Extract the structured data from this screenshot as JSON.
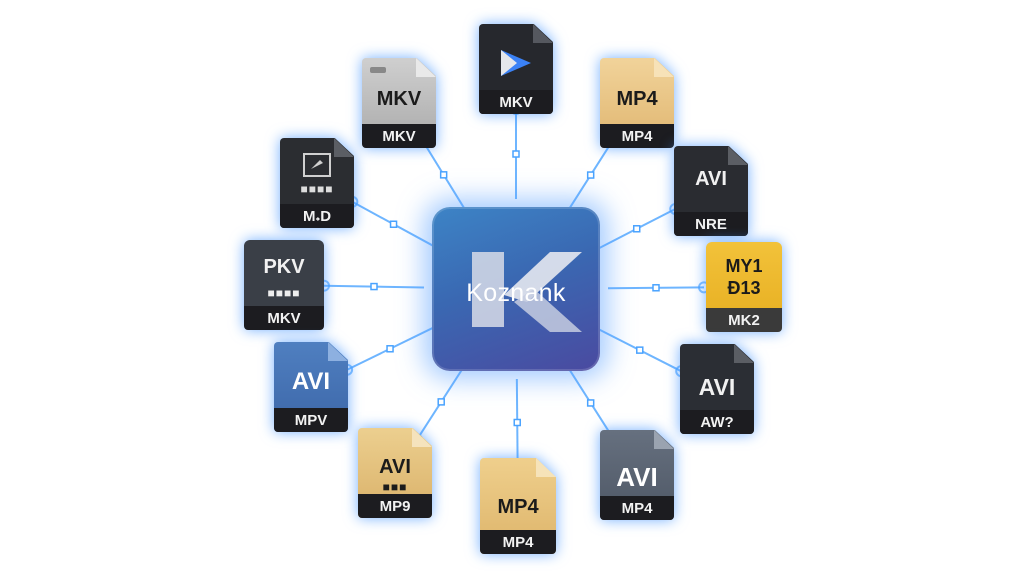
{
  "hub": {
    "label": "Koznank",
    "icon": "k-logo-icon"
  },
  "colors": {
    "accent": "#4aa3ff",
    "hub_top": "#3d84c6",
    "hub_bottom": "#4a4aa0",
    "dark_band": "#1c1c20"
  },
  "files": [
    {
      "id": "mkv-gray-top",
      "top_label": "MKV",
      "bottom_label": "MKV",
      "style": "gray"
    },
    {
      "id": "mkv-black-top",
      "top_label": "",
      "bottom_label": "MKV",
      "style": "black",
      "icon": "play-logo-icon"
    },
    {
      "id": "mp4-tan-top",
      "top_label": "MP4",
      "bottom_label": "MP4",
      "style": "tan"
    },
    {
      "id": "mkv-black-left",
      "top_label": "",
      "bottom_label": "M𝆹D",
      "style": "black",
      "icon": "frame-icon"
    },
    {
      "id": "avi-black-right",
      "top_label": "AVI",
      "bottom_label": "NRE",
      "style": "black"
    },
    {
      "id": "pkv-slate-left",
      "top_label": "PKV",
      "bottom_label": "MKV",
      "style": "slate",
      "boxes": "■■■■"
    },
    {
      "id": "my1-yellow-right",
      "top_label": "MY1",
      "mid_label": "Ɖ13",
      "bottom_label": "MK2",
      "style": "yellow"
    },
    {
      "id": "avi-blue-left",
      "top_label": "AVI",
      "bottom_label": "MPV",
      "style": "blue"
    },
    {
      "id": "avi-dark-right",
      "top_label": "AVI",
      "bottom_label": "AW?",
      "style": "dark"
    },
    {
      "id": "avi-tan-bl",
      "top_label": "AVI",
      "bottom_label": "MP9",
      "style": "tan",
      "boxes": "■■■"
    },
    {
      "id": "mp4-tan-bottom",
      "top_label": "MP4",
      "bottom_label": "MP4",
      "style": "tan"
    },
    {
      "id": "avi-slate-br",
      "top_label": "AVI",
      "bottom_label": "MP4",
      "style": "slate2"
    }
  ]
}
